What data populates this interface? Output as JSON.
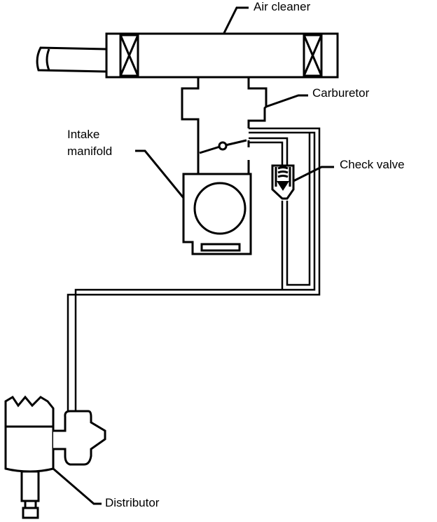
{
  "labels": {
    "air_cleaner": "Air cleaner",
    "carburetor": "Carburetor",
    "intake_manifold_line1": "Intake",
    "intake_manifold_line2": "manifold",
    "check_valve": "Check valve",
    "distributor": "Distributor"
  },
  "colors": {
    "ink": "#000000",
    "paper": "#ffffff"
  }
}
